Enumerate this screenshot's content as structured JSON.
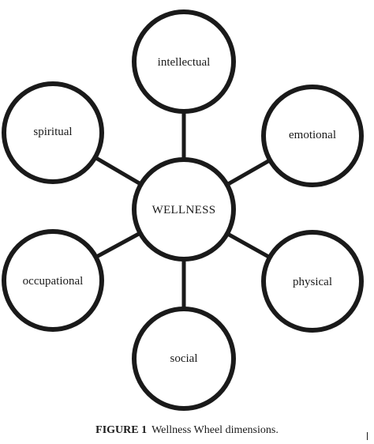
{
  "diagram": {
    "center": {
      "label": "WELLNESS"
    },
    "nodes": [
      {
        "id": "intellectual",
        "label": "intellectual"
      },
      {
        "id": "emotional",
        "label": "emotional"
      },
      {
        "id": "physical",
        "label": "physical"
      },
      {
        "id": "social",
        "label": "social"
      },
      {
        "id": "occupational",
        "label": "occupational"
      },
      {
        "id": "spiritual",
        "label": "spiritual"
      }
    ],
    "colors": {
      "stroke": "#1a1a1a",
      "fill": "#ffffff"
    }
  },
  "caption": {
    "figure_label": "FIGURE 1",
    "text": "Wellness Wheel dimensions."
  }
}
